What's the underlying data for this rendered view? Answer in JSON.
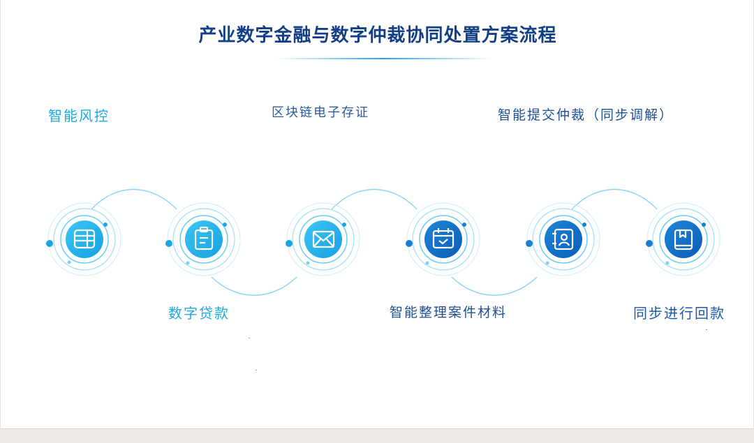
{
  "title": "产业数字金融与数字仲裁协同处置方案流程",
  "steps_top": [
    {
      "label": "智能风控",
      "icon": "card-icon"
    },
    {
      "label": "区块链电子存证",
      "icon": "envelope-icon"
    },
    {
      "label": "智能提交仲裁（同步调解）",
      "icon": "contact-book-icon"
    }
  ],
  "steps_bottom": [
    {
      "label": "数字贷款",
      "icon": "clipboard-icon"
    },
    {
      "label": "智能整理案件材料",
      "icon": "calendar-icon"
    },
    {
      "label": "同步进行回款",
      "icon": "book-icon"
    }
  ],
  "colors": {
    "title": "#123f86",
    "accent_light": "#2fb8ee",
    "accent_dark": "#1466c4"
  }
}
